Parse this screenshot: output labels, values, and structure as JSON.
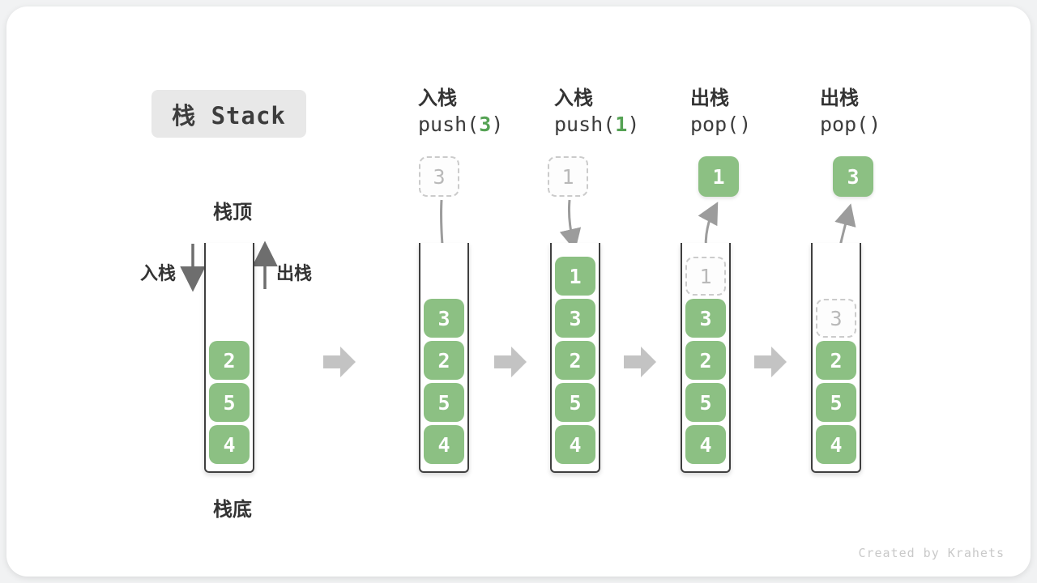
{
  "title": "栈 Stack",
  "annotations": {
    "stack_top": "栈顶",
    "stack_bottom": "栈底",
    "push_label": "入栈",
    "pop_label": "出栈"
  },
  "watermark": "Created by Krahets",
  "colors": {
    "cell_green": "#8cc083",
    "code_arg_green": "#55a254",
    "dashed_border": "#cbcbcb",
    "dashed_text": "#b9b9b9",
    "wall_dark": "#3f3f3f",
    "curved_arrow_gray": "#9c9c9c",
    "block_arrow_gray": "#c3c3c3",
    "title_bg": "#e8e8e8"
  },
  "columns": [
    {
      "name": "initial-stack",
      "op_label": "",
      "code": {
        "prefix": "",
        "arg": "",
        "suffix": ""
      },
      "flying": null,
      "cells": [
        {
          "value": "2",
          "dashed": false
        },
        {
          "value": "5",
          "dashed": false
        },
        {
          "value": "4",
          "dashed": false
        }
      ]
    },
    {
      "name": "after-push-3",
      "op_label": "入栈",
      "code": {
        "prefix": "push(",
        "arg": "3",
        "suffix": ")"
      },
      "flying": {
        "value": "3",
        "variant": "dashed"
      },
      "cells": [
        {
          "value": "3",
          "dashed": false
        },
        {
          "value": "2",
          "dashed": false
        },
        {
          "value": "5",
          "dashed": false
        },
        {
          "value": "4",
          "dashed": false
        }
      ]
    },
    {
      "name": "after-push-1",
      "op_label": "入栈",
      "code": {
        "prefix": "push(",
        "arg": "1",
        "suffix": ")"
      },
      "flying": {
        "value": "1",
        "variant": "dashed"
      },
      "cells": [
        {
          "value": "1",
          "dashed": false
        },
        {
          "value": "3",
          "dashed": false
        },
        {
          "value": "2",
          "dashed": false
        },
        {
          "value": "5",
          "dashed": false
        },
        {
          "value": "4",
          "dashed": false
        }
      ]
    },
    {
      "name": "after-pop-1",
      "op_label": "出栈",
      "code": {
        "prefix": "pop()",
        "arg": "",
        "suffix": ""
      },
      "flying": {
        "value": "1",
        "variant": "solid"
      },
      "cells": [
        {
          "value": "1",
          "dashed": true
        },
        {
          "value": "3",
          "dashed": false
        },
        {
          "value": "2",
          "dashed": false
        },
        {
          "value": "5",
          "dashed": false
        },
        {
          "value": "4",
          "dashed": false
        }
      ]
    },
    {
      "name": "after-pop-3",
      "op_label": "出栈",
      "code": {
        "prefix": "pop()",
        "arg": "",
        "suffix": ""
      },
      "flying": {
        "value": "3",
        "variant": "solid"
      },
      "cells": [
        {
          "value": "3",
          "dashed": true
        },
        {
          "value": "2",
          "dashed": false
        },
        {
          "value": "5",
          "dashed": false
        },
        {
          "value": "4",
          "dashed": false
        }
      ]
    }
  ]
}
